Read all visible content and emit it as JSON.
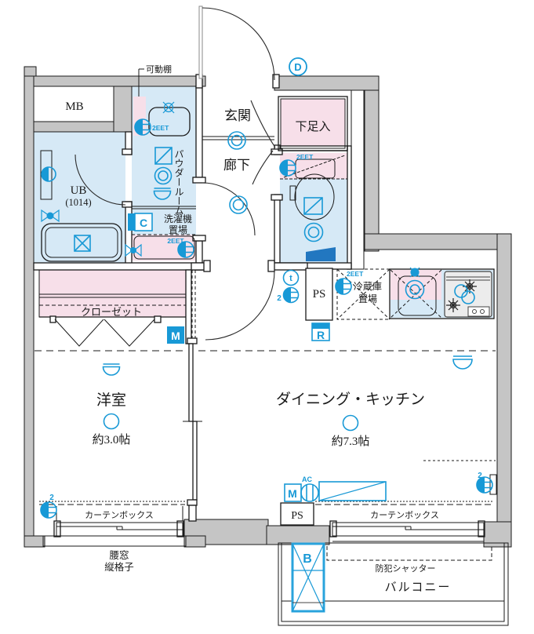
{
  "app": "apartment-floor-plan",
  "rooms": {
    "mb": "MB",
    "entrance": "玄関",
    "hallway": "廊下",
    "shoe_cabinet": "下足入",
    "powder_room": "パウダールーム",
    "washer_line1": "洗濯機",
    "washer_line2": "置場",
    "unit_bath": "UB",
    "unit_bath_size": "(1014)",
    "closet": "クローゼット",
    "western_room": "洋室",
    "western_room_size": "約3.0帖",
    "dining_kitchen": "ダイニング・キッチン",
    "dining_kitchen_size": "約7.3帖",
    "fridge_line1": "冷蔵庫",
    "fridge_line2": "置場",
    "ps_upper": "PS",
    "ps_lower": "PS",
    "balcony": "バルコニー"
  },
  "annotations": {
    "movable_shelf": "可動棚",
    "curtain_box": "カーテンボックス",
    "waist_window": "腰窓",
    "vertical_lattice": "縦格子",
    "security_shutter": "防犯シャッター",
    "outlet_2eet": "2EET",
    "outlet_count2": "2"
  },
  "badges": {
    "d": "D",
    "m_closet": "M",
    "m_ac": "M",
    "r": "R",
    "b": "B",
    "c": "C",
    "t": "t",
    "ac": "AC"
  },
  "colors": {
    "wall_gray": "#c5c5c5",
    "water_blue": "#d6e9f6",
    "storage_pink": "#f7dfe9",
    "symbol_blue": "#1899d6",
    "line_black": "#1a1a1a"
  }
}
